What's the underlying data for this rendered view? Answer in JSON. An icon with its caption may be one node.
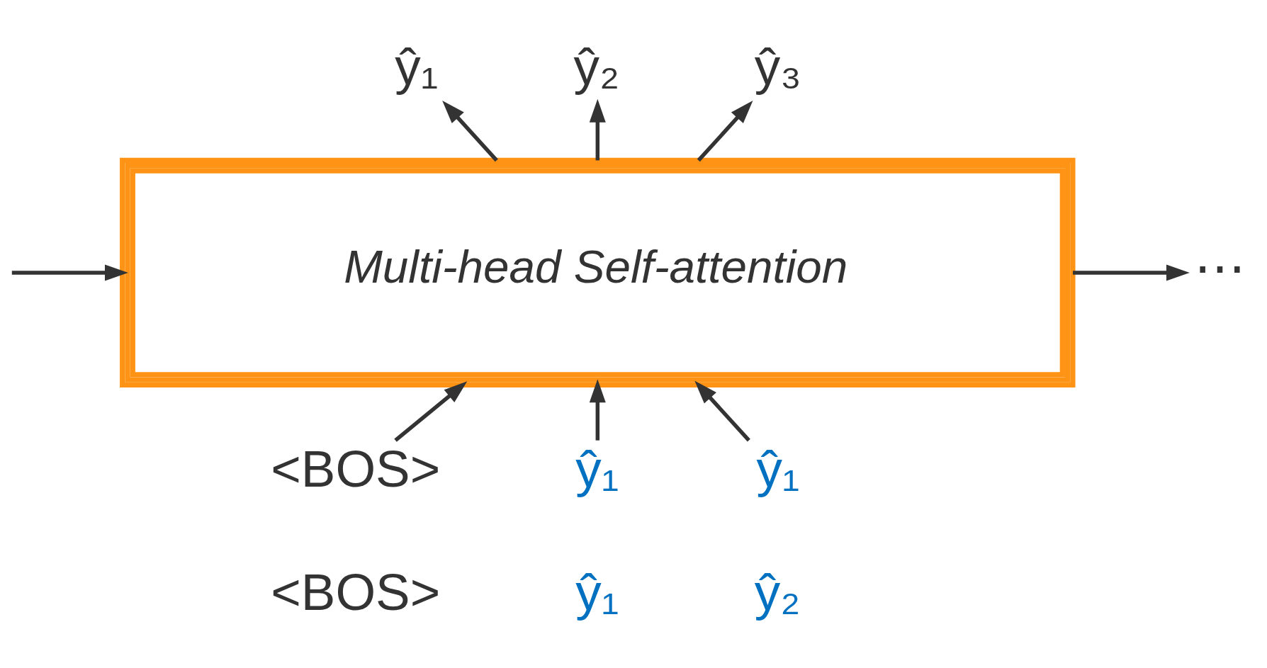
{
  "diagram": {
    "nodes": [
      {
        "text": [
          "Multi-head Self-attention"
        ]
      },
      {
        "text": [
          "ŷ₁"
        ]
      },
      {
        "text": [
          "ŷ₂"
        ]
      },
      {
        "text": [
          "ŷ₃"
        ]
      },
      {
        "text": [
          "<BOS>"
        ]
      },
      {
        "text": [
          "ŷ₁"
        ]
      },
      {
        "text": [
          "ŷ₁"
        ]
      },
      {
        "text": [
          "⋯"
        ]
      }
    ],
    "edges": [
      {
        "from": null,
        "to": 0,
        "arrow": "to"
      },
      {
        "from": 0,
        "to": 1,
        "arrow": "to"
      },
      {
        "from": 0,
        "to": 2,
        "arrow": "to"
      },
      {
        "from": 0,
        "to": 3,
        "arrow": "to"
      },
      {
        "from": 4,
        "to": 0,
        "arrow": "to"
      },
      {
        "from": 5,
        "to": 0,
        "arrow": "to"
      },
      {
        "from": 6,
        "to": 0,
        "arrow": "to"
      },
      {
        "from": 0,
        "to": 7,
        "arrow": "to"
      }
    ],
    "labels": [
      "<BOS>",
      "ŷ₁",
      "ŷ₂"
    ]
  }
}
